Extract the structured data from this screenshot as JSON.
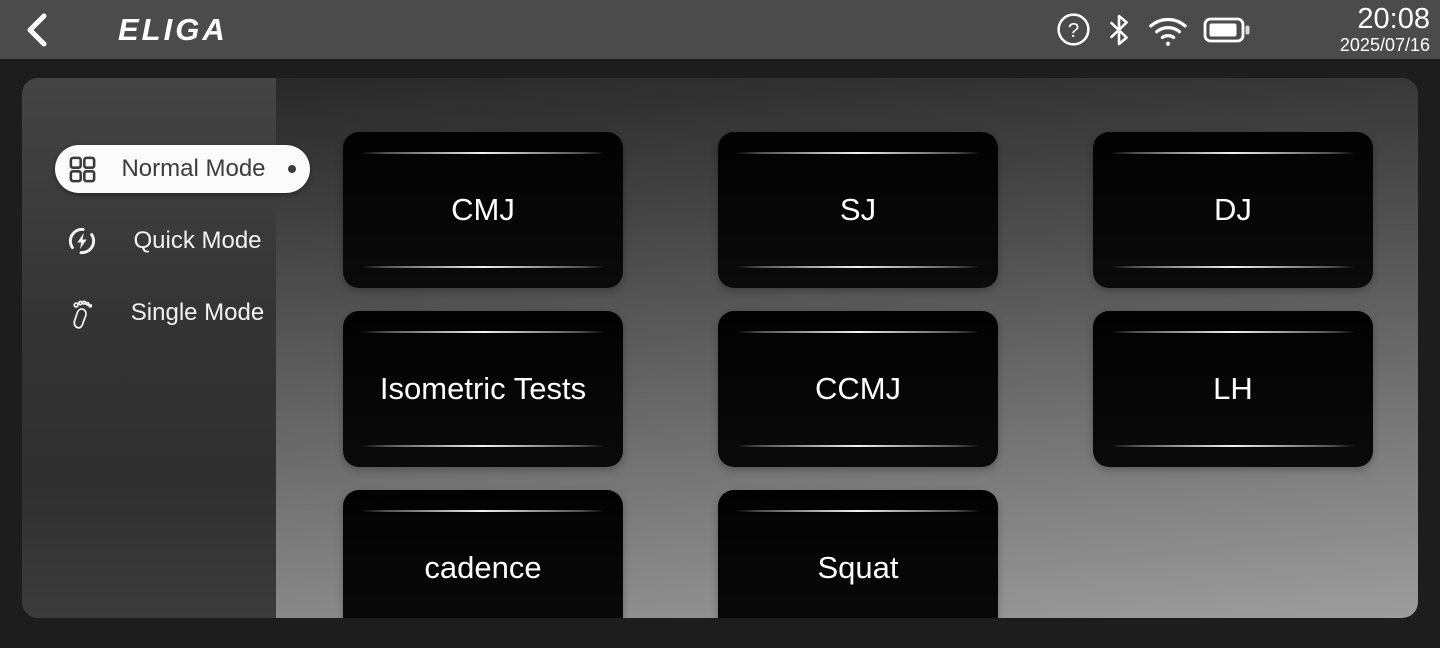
{
  "topbar": {
    "logo": "ELIGA",
    "time": "20:08",
    "date": "2025/07/16",
    "status_icons": [
      "help-icon",
      "bluetooth-icon",
      "wifi-icon",
      "battery-icon"
    ],
    "battery_fill_percent": 85
  },
  "sidebar": {
    "items": [
      {
        "label": "Normal Mode",
        "icon": "grid-icon",
        "selected": true,
        "indicator": "dot"
      },
      {
        "label": "Quick Mode",
        "icon": "quick-refresh-bolt-icon",
        "selected": false
      },
      {
        "label": "Single Mode",
        "icon": "footprint-icon",
        "selected": false
      }
    ]
  },
  "main": {
    "test_buttons": [
      {
        "label": "CMJ"
      },
      {
        "label": "SJ"
      },
      {
        "label": "DJ"
      },
      {
        "label": "Isometric Tests"
      },
      {
        "label": "CCMJ"
      },
      {
        "label": "LH"
      },
      {
        "label": "cadence"
      },
      {
        "label": "Squat"
      }
    ]
  },
  "colors": {
    "topbar_bg": "#4b4b4b",
    "page_bg": "#1d1d1d",
    "button_bg": "#060606",
    "button_text": "#ffffff",
    "selected_item_bg": "#fbfbfb",
    "selected_item_text": "#3c3c3c",
    "sidebar_text": "#f2f2f2"
  }
}
